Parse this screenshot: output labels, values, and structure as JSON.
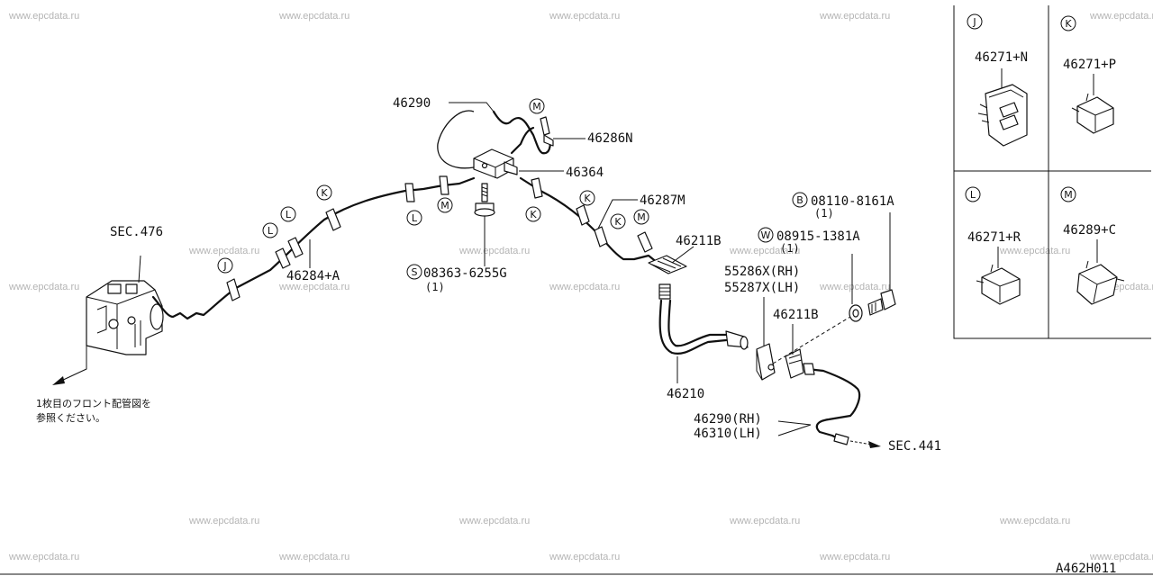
{
  "watermark": "www.epcdata.ru",
  "labels": {
    "sec476": "SEC.476",
    "p46290_top": "46290",
    "p46286n": "46286N",
    "p46364": "46364",
    "p46287m": "46287M",
    "p46284a": "46284+A",
    "p46211b_1": "46211B",
    "p46211b_2": "46211B",
    "p08363": "08363-6255G",
    "p08363_qty": "(1)",
    "p08110": "08110-8161A",
    "p08110_qty": "(1)",
    "p08915": "08915-1381A",
    "p08915_qty": "(1)",
    "p55286x": "55286X(RH)",
    "p55287x": "55287X(LH)",
    "p46210": "46210",
    "p46290_rh": "46290(RH)",
    "p46310_lh": "46310(LH)",
    "sec441": "SEC.441",
    "note_line1": "1枚目のフロント配管図を",
    "note_line2": "参照ください。",
    "drawing_code": "A462H011"
  },
  "symbols": {
    "b": "B",
    "w": "W",
    "s": "S",
    "j": "J",
    "k": "K",
    "l": "L",
    "m": "M"
  },
  "legend": [
    {
      "letter": "J",
      "part": "46271+N"
    },
    {
      "letter": "K",
      "part": "46271+P"
    },
    {
      "letter": "L",
      "part": "46271+R"
    },
    {
      "letter": "M",
      "part": "46289+C"
    }
  ]
}
